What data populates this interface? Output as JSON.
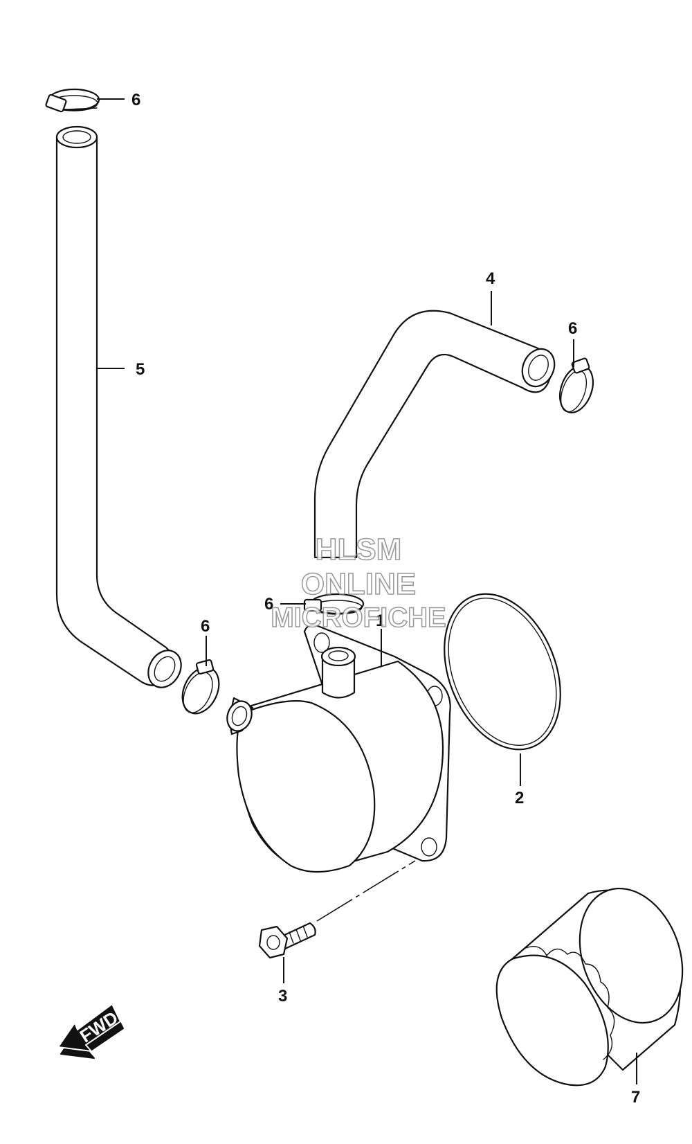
{
  "callouts": {
    "c1": "1",
    "c2": "2",
    "c3": "3",
    "c4": "4",
    "c5": "5",
    "c6": "6"
  },
  "callout_7": "7",
  "watermark": {
    "line1": "HLSM",
    "line2": "ONLINE",
    "line3": "MICROFICHE"
  },
  "fwd_label": "FWD",
  "colors": {
    "line": "#111111",
    "watermark_outline": "#8a8a8a"
  }
}
